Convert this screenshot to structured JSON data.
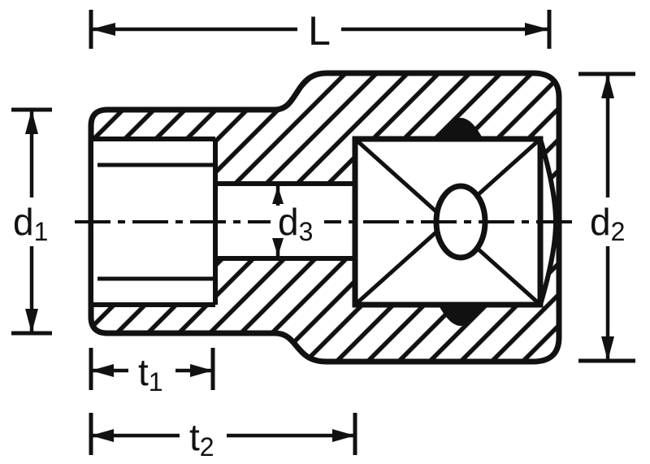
{
  "figure": {
    "description": "Sectional technical drawing of a socket (wrench insert) with dimension callouts",
    "background": "#ffffff",
    "line_color": "#111111",
    "labels": {
      "L": {
        "main": "L",
        "sub": ""
      },
      "d1": {
        "main": "d",
        "sub": "1"
      },
      "d2": {
        "main": "d",
        "sub": "2"
      },
      "d3": {
        "main": "d",
        "sub": "3"
      },
      "t1": {
        "main": "t",
        "sub": "1"
      },
      "t2": {
        "main": "t",
        "sub": "2"
      }
    }
  }
}
